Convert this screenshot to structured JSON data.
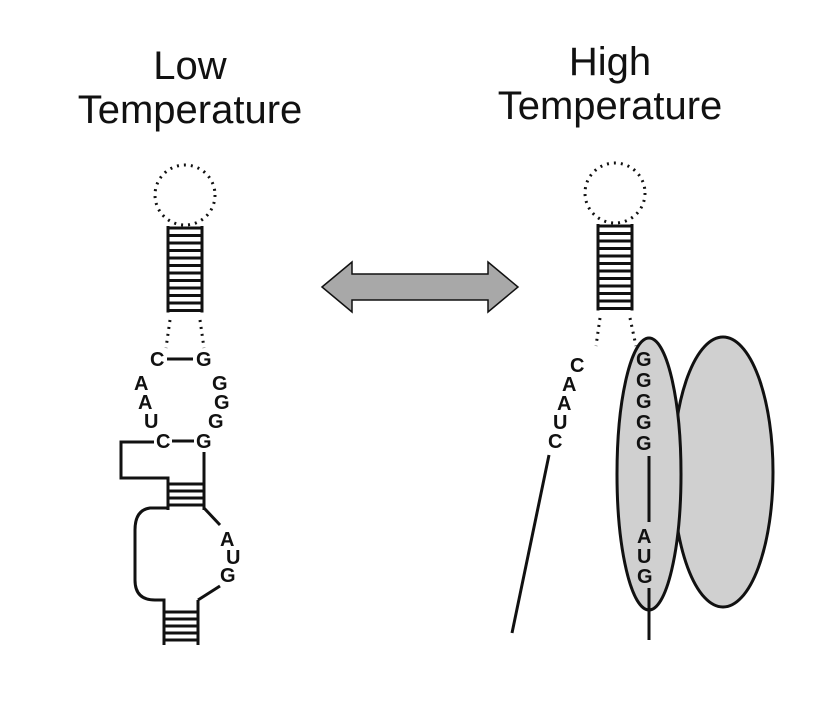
{
  "titles": {
    "low_line1": "Low",
    "low_line2": "Temperature",
    "high_line1": "High",
    "high_line2": "Temperature"
  },
  "low_structure": {
    "stem_pair_left": "C",
    "stem_pair_right": "G",
    "loop_left": [
      "A",
      "A",
      "U"
    ],
    "loop_right": [
      "G",
      "G"
    ],
    "lower_pair_left": "C",
    "lower_pair_right": "G",
    "start_codon": [
      "A",
      "U",
      "G"
    ]
  },
  "high_structure": {
    "unpaired_left": [
      "C",
      "A",
      "A",
      "U",
      "C"
    ],
    "sd_sequence": [
      "G",
      "G",
      "G",
      "G"
    ],
    "start_codon": [
      "A",
      "U",
      "G"
    ]
  },
  "colors": {
    "ribosome_fill": "#d0d0d0",
    "arrow_fill": "#a8a8a8",
    "stroke": "#111111"
  }
}
